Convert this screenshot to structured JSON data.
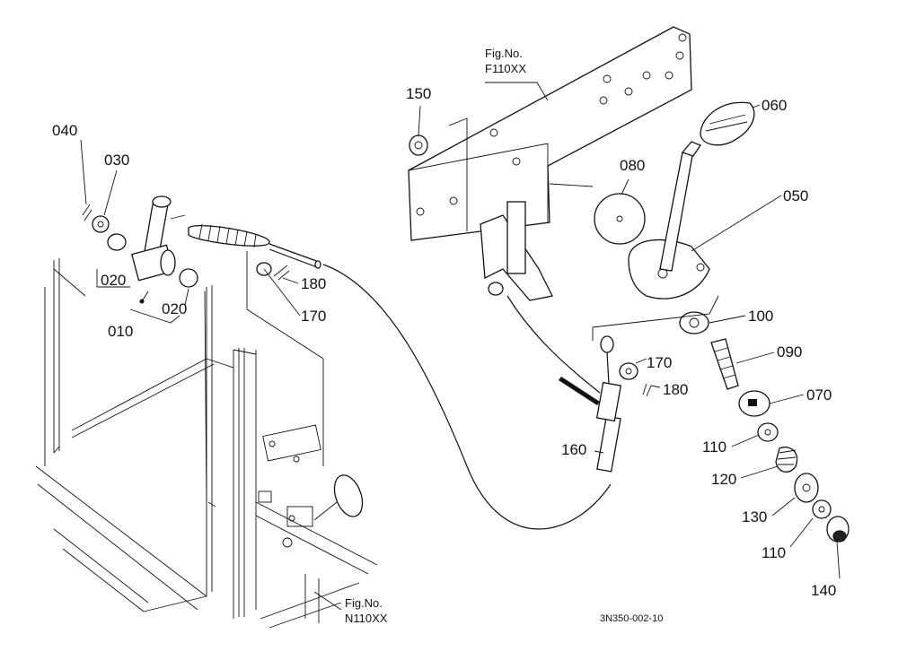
{
  "figure_refs": {
    "top": {
      "line1": "Fig.No.",
      "line2": "F110XX"
    },
    "bottom": {
      "line1": "Fig.No.",
      "line2": "N110XX"
    }
  },
  "parts": {
    "p010": "010",
    "p020a": "020",
    "p020b": "020",
    "p030": "030",
    "p040": "040",
    "p050": "050",
    "p060": "060",
    "p070": "070",
    "p080": "080",
    "p090": "090",
    "p100": "100",
    "p110a": "110",
    "p110b": "110",
    "p120": "120",
    "p130": "130",
    "p140": "140",
    "p150": "150",
    "p160": "160",
    "p170a": "170",
    "p170b": "170",
    "p180a": "180",
    "p180b": "180"
  },
  "drawing_code": "3N350-002-10"
}
